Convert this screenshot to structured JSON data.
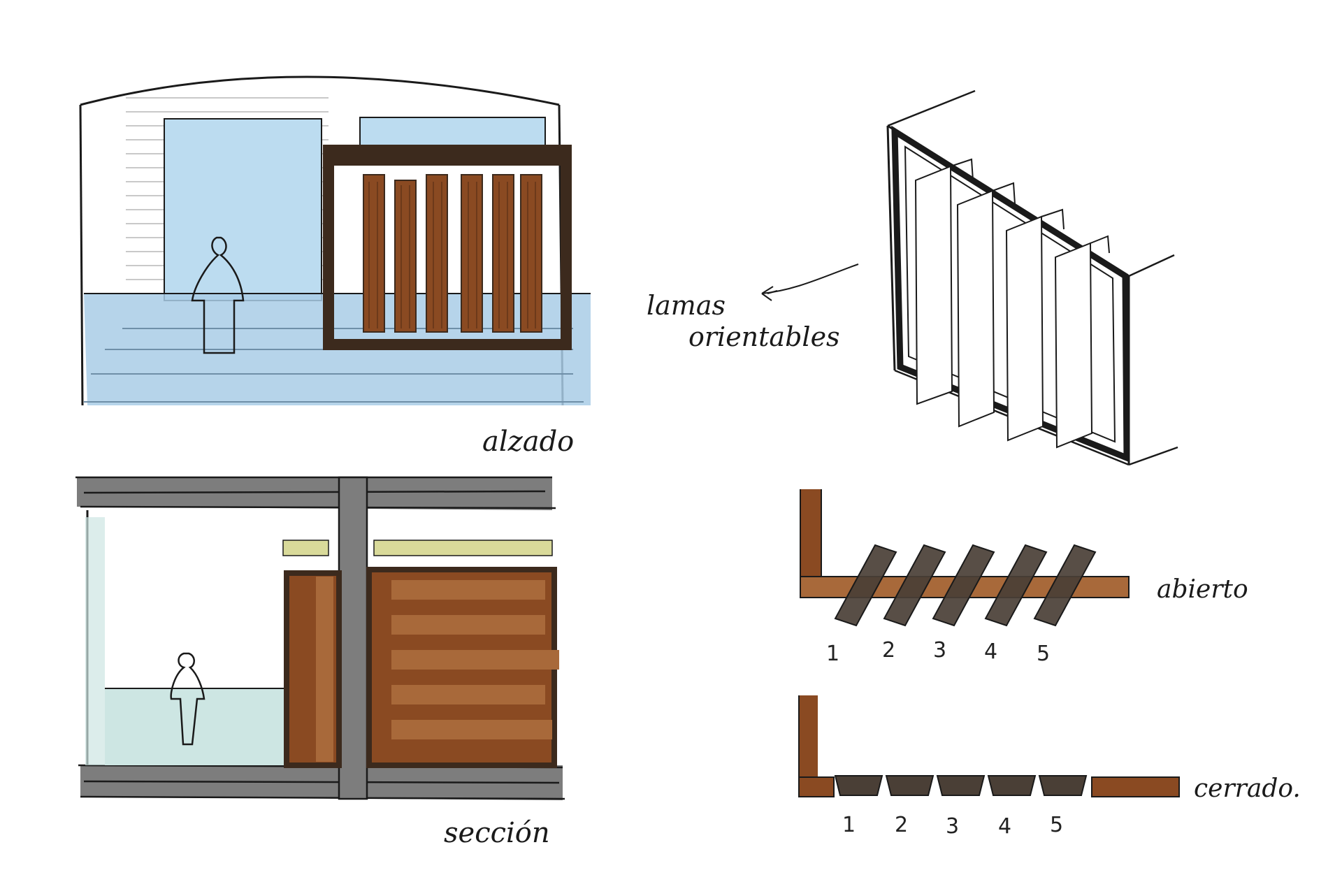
{
  "labels": {
    "alzado": "alzado",
    "seccion": "sección",
    "lamas_line1": "lamas",
    "lamas_line2": "orientables",
    "abierto": "abierto",
    "cerrado": "cerrado."
  },
  "slat_numbers_open": [
    "1",
    "2",
    "3",
    "4",
    "5"
  ],
  "slat_numbers_closed": [
    "1",
    "2",
    "3",
    "4",
    "5"
  ],
  "colors": {
    "ink": "#1a1a1a",
    "water_blue": "#a9cde6",
    "glass_blue": "#bcdcf0",
    "wood": "#8a4a22",
    "wood_light": "#a8693a",
    "wood_dark": "#3c2a1d",
    "slat_dark": "#4a3f36",
    "concrete": "#7d7d7d",
    "mint": "#cde6e3",
    "olive": "#d9da9a"
  }
}
